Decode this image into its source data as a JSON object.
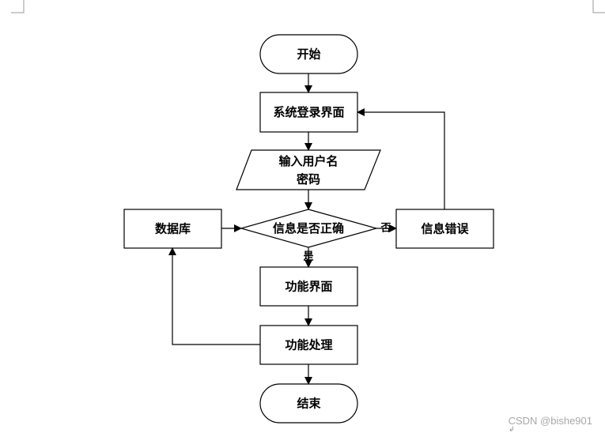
{
  "nodes": {
    "start": "开始",
    "login": "系统登录界面",
    "input_line1": "输入用户名",
    "input_line2": "密码",
    "decision": "信息是否正确",
    "error": "信息错误",
    "database": "数据库",
    "function_ui": "功能界面",
    "processing": "功能处理",
    "end": "结束"
  },
  "edges": {
    "yes": "是",
    "no": "否"
  },
  "watermark": "CSDN @bishe901"
}
